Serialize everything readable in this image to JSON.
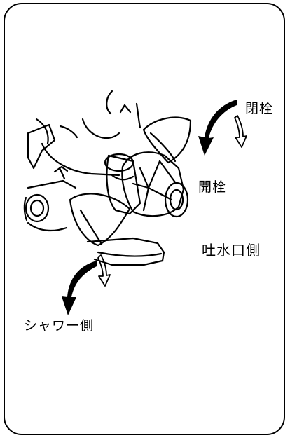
{
  "labels": {
    "close_top": "閉栓",
    "close_mid": "開栓",
    "spout_side": "吐水口側",
    "shower_side": "シャワー側"
  },
  "colors": {
    "line": "#000000",
    "background": "#ffffff"
  },
  "icons": [
    "curved-arrow-icon",
    "faucet-illustration"
  ]
}
